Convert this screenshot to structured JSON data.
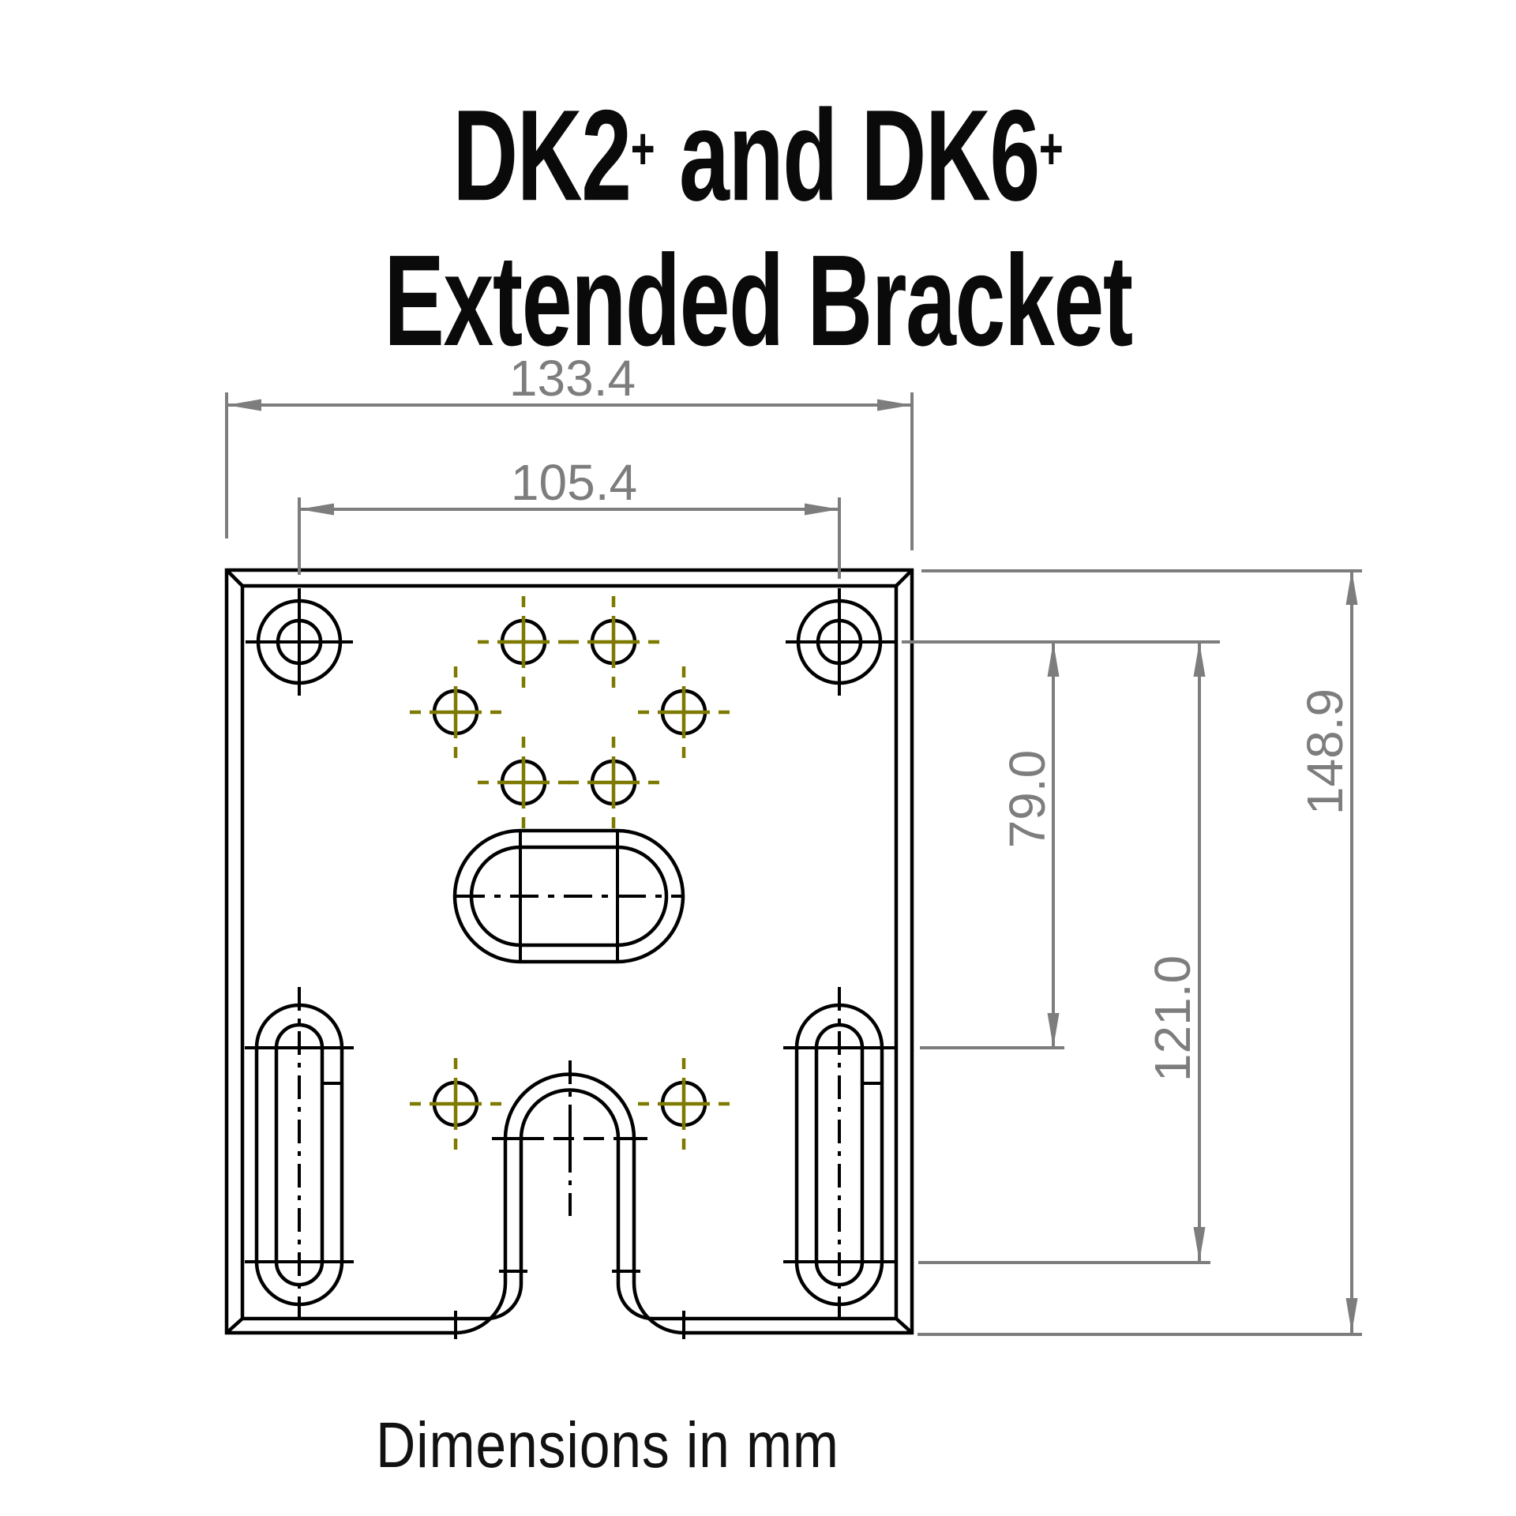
{
  "title": {
    "line1": "DK2+ and DK6+",
    "line2": "Extended Bracket"
  },
  "note": "Dimensions in mm",
  "units": "mm",
  "dimensions": {
    "overall_width": {
      "label": "133.4"
    },
    "hole_spacing": {
      "label": "105.4"
    },
    "upper_slot_offset": {
      "label": "79.0"
    },
    "lower_slot_offset": {
      "label": "121.0"
    },
    "overall_height": {
      "label": "148.9"
    }
  },
  "colors": {
    "line": "#000000",
    "dimension": "#7d7d7d",
    "centerline": "#7e7a00",
    "background": "#ffffff",
    "title": "#0a0a0a"
  }
}
